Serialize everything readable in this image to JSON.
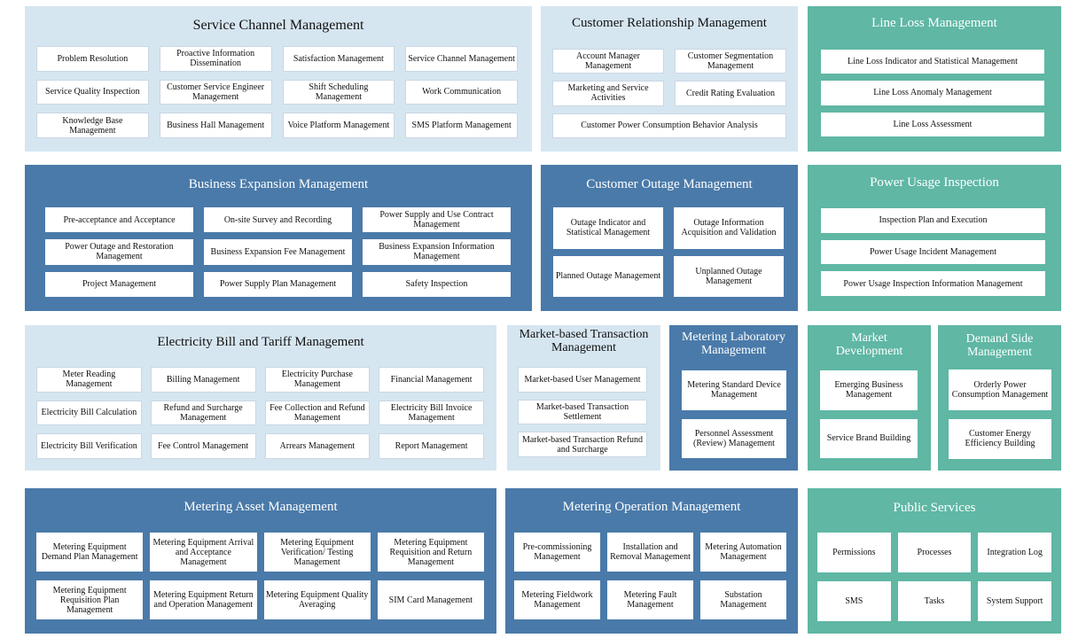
{
  "panels": [
    {
      "title": "Service Channel Management",
      "items": [
        "Problem Resolution",
        "Proactive Information Dissemination",
        "Satisfaction Management",
        "Service Channel Management",
        "Service Quality Inspection",
        "Customer Service Engineer Management",
        "Shift Scheduling Management",
        "Work Communication",
        "Knowledge Base Management",
        "Business Hall Management",
        "Voice Platform Management",
        "SMS Platform Management"
      ]
    },
    {
      "title": "Customer Relationship Management",
      "items": [
        "Account Manager Management",
        "Customer Segmentation Management",
        "Marketing and Service Activities",
        "Credit Rating Evaluation",
        "Customer Power Consumption Behavior Analysis"
      ]
    },
    {
      "title": "Line Loss Management",
      "items": [
        "Line Loss Indicator and Statistical Management",
        "Line Loss Anomaly Management",
        "Line Loss Assessment"
      ]
    },
    {
      "title": "Business Expansion Management",
      "items": [
        "Pre-acceptance and Acceptance",
        "On-site Survey and Recording",
        "Power Supply and Use Contract Management",
        "Power Outage and Restoration Management",
        "Business Expansion Fee Management",
        "Business Expansion Information Management",
        "Project Management",
        "Power Supply Plan Management",
        "Safety Inspection"
      ]
    },
    {
      "title": "Customer Outage Management",
      "items": [
        "Outage Indicator and Statistical Management",
        "Outage Information Acquisition and Validation",
        "Planned Outage Management",
        "Unplanned Outage Management"
      ]
    },
    {
      "title": "Power Usage Inspection",
      "items": [
        "Inspection Plan and Execution",
        "Power Usage Incident Management",
        "Power Usage Inspection Information Management"
      ]
    },
    {
      "title": "Electricity Bill and Tariff Management",
      "items": [
        "Meter Reading Management",
        "Billing Management",
        "Electricity Purchase Management",
        "Financial Management",
        "Electricity Bill Calculation",
        "Refund and Surcharge Management",
        "Fee Collection and Refund Management",
        "Electricity Bill Invoice Management",
        "Electricity Bill Verification",
        "Fee Control Management",
        "Arrears Management",
        "Report Management"
      ]
    },
    {
      "title": "Market-based Transaction Management",
      "items": [
        "Market-based User Management",
        "Market-based Transaction Settlement",
        "Market-based Transaction Refund and Surcharge"
      ]
    },
    {
      "title": "Metering Laboratory Management",
      "items": [
        "Metering Standard Device Management",
        "Personnel Assessment (Review) Management"
      ]
    },
    {
      "title": "Market Development",
      "items": [
        "Emerging Business Management",
        "Service Brand Building"
      ]
    },
    {
      "title": "Demand Side Management",
      "items": [
        "Orderly Power Consumption Management",
        "Customer Energy Efficiency Building"
      ]
    },
    {
      "title": "Metering Asset Management",
      "items": [
        "Metering Equipment Demand Plan Management",
        "Metering Equipment Arrival and Acceptance Management",
        "Metering Equipment Verification/ Testing Management",
        "Metering Equipment Requisition and Return Management",
        "Metering Equipment Requisition Plan Management",
        "Metering Equipment Return and Operation Management",
        "Metering Equipment Quality Averaging",
        "SIM Card Management"
      ]
    },
    {
      "title": "Metering Operation Management",
      "items": [
        "Pre-commissioning Management",
        "Installation and Removal Management",
        "Metering Automation Management",
        "Metering Fieldwork Management",
        "Metering Fault Management",
        "Substation Management"
      ]
    },
    {
      "title": "Public Services",
      "items": [
        "Permissions",
        "Processes",
        "Integration Log",
        "SMS",
        "Tasks",
        "System Support"
      ]
    }
  ]
}
